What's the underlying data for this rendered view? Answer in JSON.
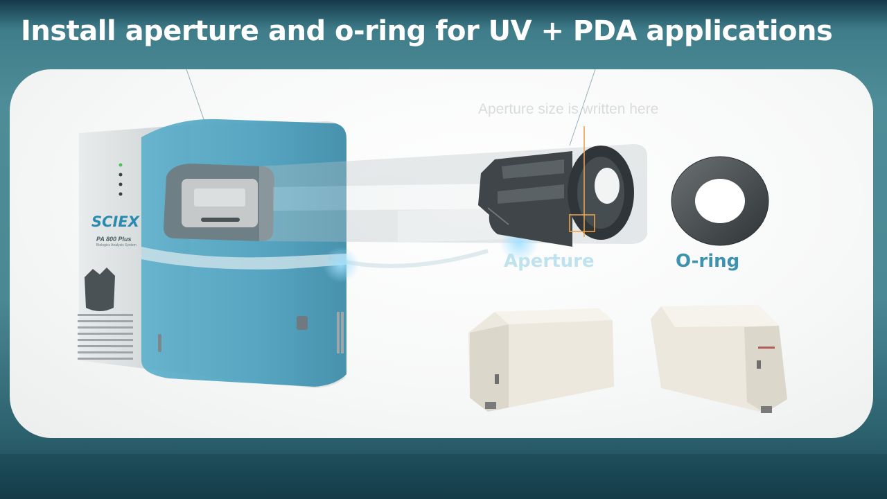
{
  "slide": {
    "title": "Install aperture and o-ring for UV + PDA applications"
  },
  "labels": {
    "aperture_note": "Aperture size is written here",
    "aperture": "Aperture",
    "oring": "O-ring"
  },
  "instrument": {
    "brand": "SCIEX",
    "model": "PA 800 Plus",
    "model_sub": "Biologics Analysis System"
  },
  "colors": {
    "title": "#ffffff",
    "oring_label": "#3d93ad",
    "aperture_label": "#bfe3ee",
    "instrument_blue": "#4aa3c0",
    "background": "#4e8c97"
  },
  "icons": {
    "instrument": "instrument-illustration",
    "cartridge": "cartridge-illustration",
    "aperture": "aperture-part",
    "oring": "oring-part",
    "detector_module_1": "detector-module",
    "detector_module_2": "detector-module"
  }
}
